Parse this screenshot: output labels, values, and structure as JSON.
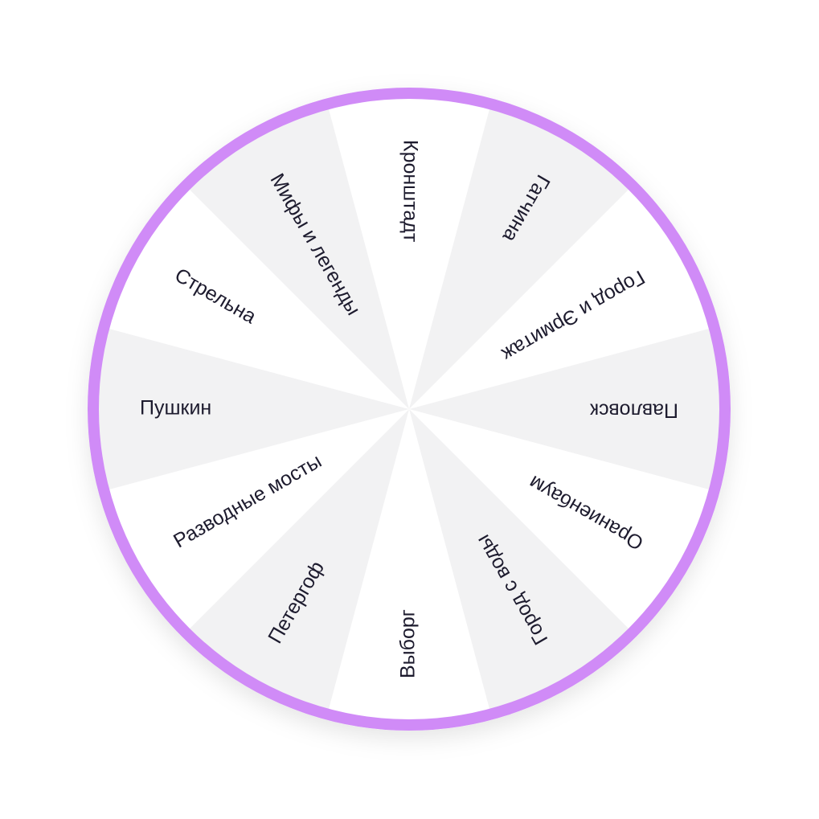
{
  "wheel": {
    "colors": {
      "rim": "#d08bf7",
      "segment_light": "#ffffff",
      "segment_grey": "#f2f2f3",
      "label": "#1d1b2e"
    },
    "segments": [
      {
        "label": "Кронштадт",
        "fill": "light"
      },
      {
        "label": "Гатчина",
        "fill": "grey"
      },
      {
        "label": "Город и Эрмитаж",
        "fill": "light"
      },
      {
        "label": "Павловск",
        "fill": "grey"
      },
      {
        "label": "Ораниенбаум",
        "fill": "light"
      },
      {
        "label": "Город с воды",
        "fill": "grey"
      },
      {
        "label": "Выборг",
        "fill": "light"
      },
      {
        "label": "Петергоф",
        "fill": "grey"
      },
      {
        "label": "Разводные мосты",
        "fill": "light"
      },
      {
        "label": "Пушкин",
        "fill": "grey"
      },
      {
        "label": "Стрельна",
        "fill": "light"
      },
      {
        "label": "Мифы и легенды",
        "fill": "grey"
      }
    ]
  }
}
